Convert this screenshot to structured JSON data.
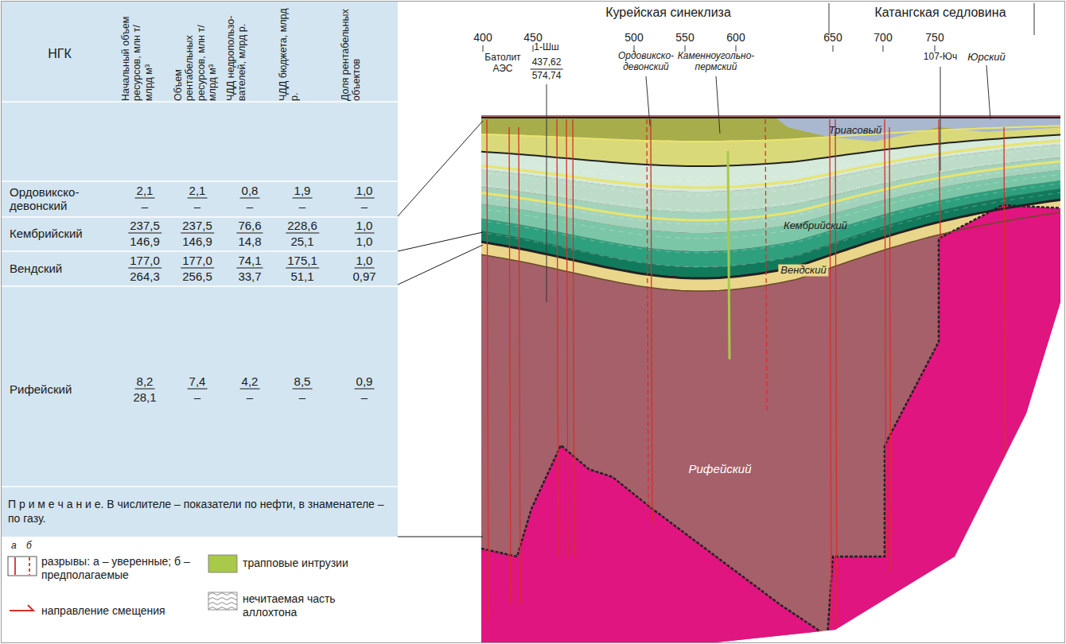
{
  "diagram": {
    "labels": [
      "НГК",
      "Начальный объем ресурсов, млн т/млрд м³",
      "Объем рентабельных ресурсов, млн т/млрд м³",
      "ЧДД недропользо- вателей, млрд р.",
      "ЧДД бюджета, млрд р.",
      "Доля рентабельных объектов",
      "Ордовикско- девонский",
      "2,1",
      "–",
      "2,1",
      "–",
      "0,8",
      "–",
      "1,9",
      "–",
      "1,0",
      "–",
      "Кембрийский",
      "237,5",
      "146,9",
      "237,5",
      "146,9",
      "76,6",
      "14,8",
      "228,6",
      "25,1",
      "1,0",
      "1,0",
      "Вендский",
      "177,0",
      "264,3",
      "177,0",
      "256,5",
      "74,1",
      "33,7",
      "175,1",
      "51,1",
      "1,0",
      "0,97",
      "Рифейский",
      "8,2",
      "28,1",
      "7,4",
      "–",
      "4,2",
      "–",
      "8,5",
      "–",
      "0,9",
      "–",
      "П р и м е ч а н и е. В числителе – показатели по нефти, в знаменателе – по газу.",
      "а",
      "б",
      "Курейская синеклиза",
      "Катангская седловина",
      "400",
      "450",
      "500",
      "550",
      "600",
      "650",
      "700",
      "750",
      "Батолит АЭС",
      "1-Шш",
      "437,62",
      "574,74",
      "Ордовикско- девонский",
      "Каменноугольно- пермский",
      "Триасовый",
      "107-Юч",
      "Юрский",
      "Кембрийский",
      "Вендский",
      "Рифейский"
    ],
    "legend": [
      {
        "text": "разрывы: а – уверенные; б – предполагаемые"
      },
      {
        "text": "направление смещения"
      },
      {
        "text": "трапповые интрузии",
        "color": "#a9c94b"
      },
      {
        "text": "нечитаемая часть аллохтона"
      }
    ]
  }
}
